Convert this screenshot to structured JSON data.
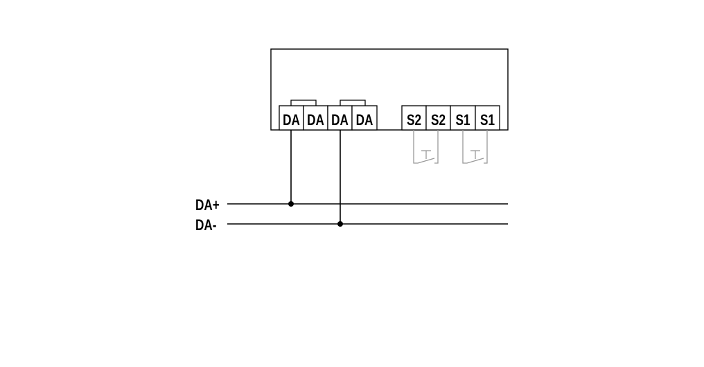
{
  "terminals": {
    "da": [
      "DA",
      "DA",
      "DA",
      "DA"
    ],
    "switch": [
      "S2",
      "S2",
      "S1",
      "S1"
    ]
  },
  "bus": {
    "plus_label": "DA+",
    "minus_label": "DA-"
  },
  "colors": {
    "wire": "#000000",
    "switch": "#999999"
  }
}
